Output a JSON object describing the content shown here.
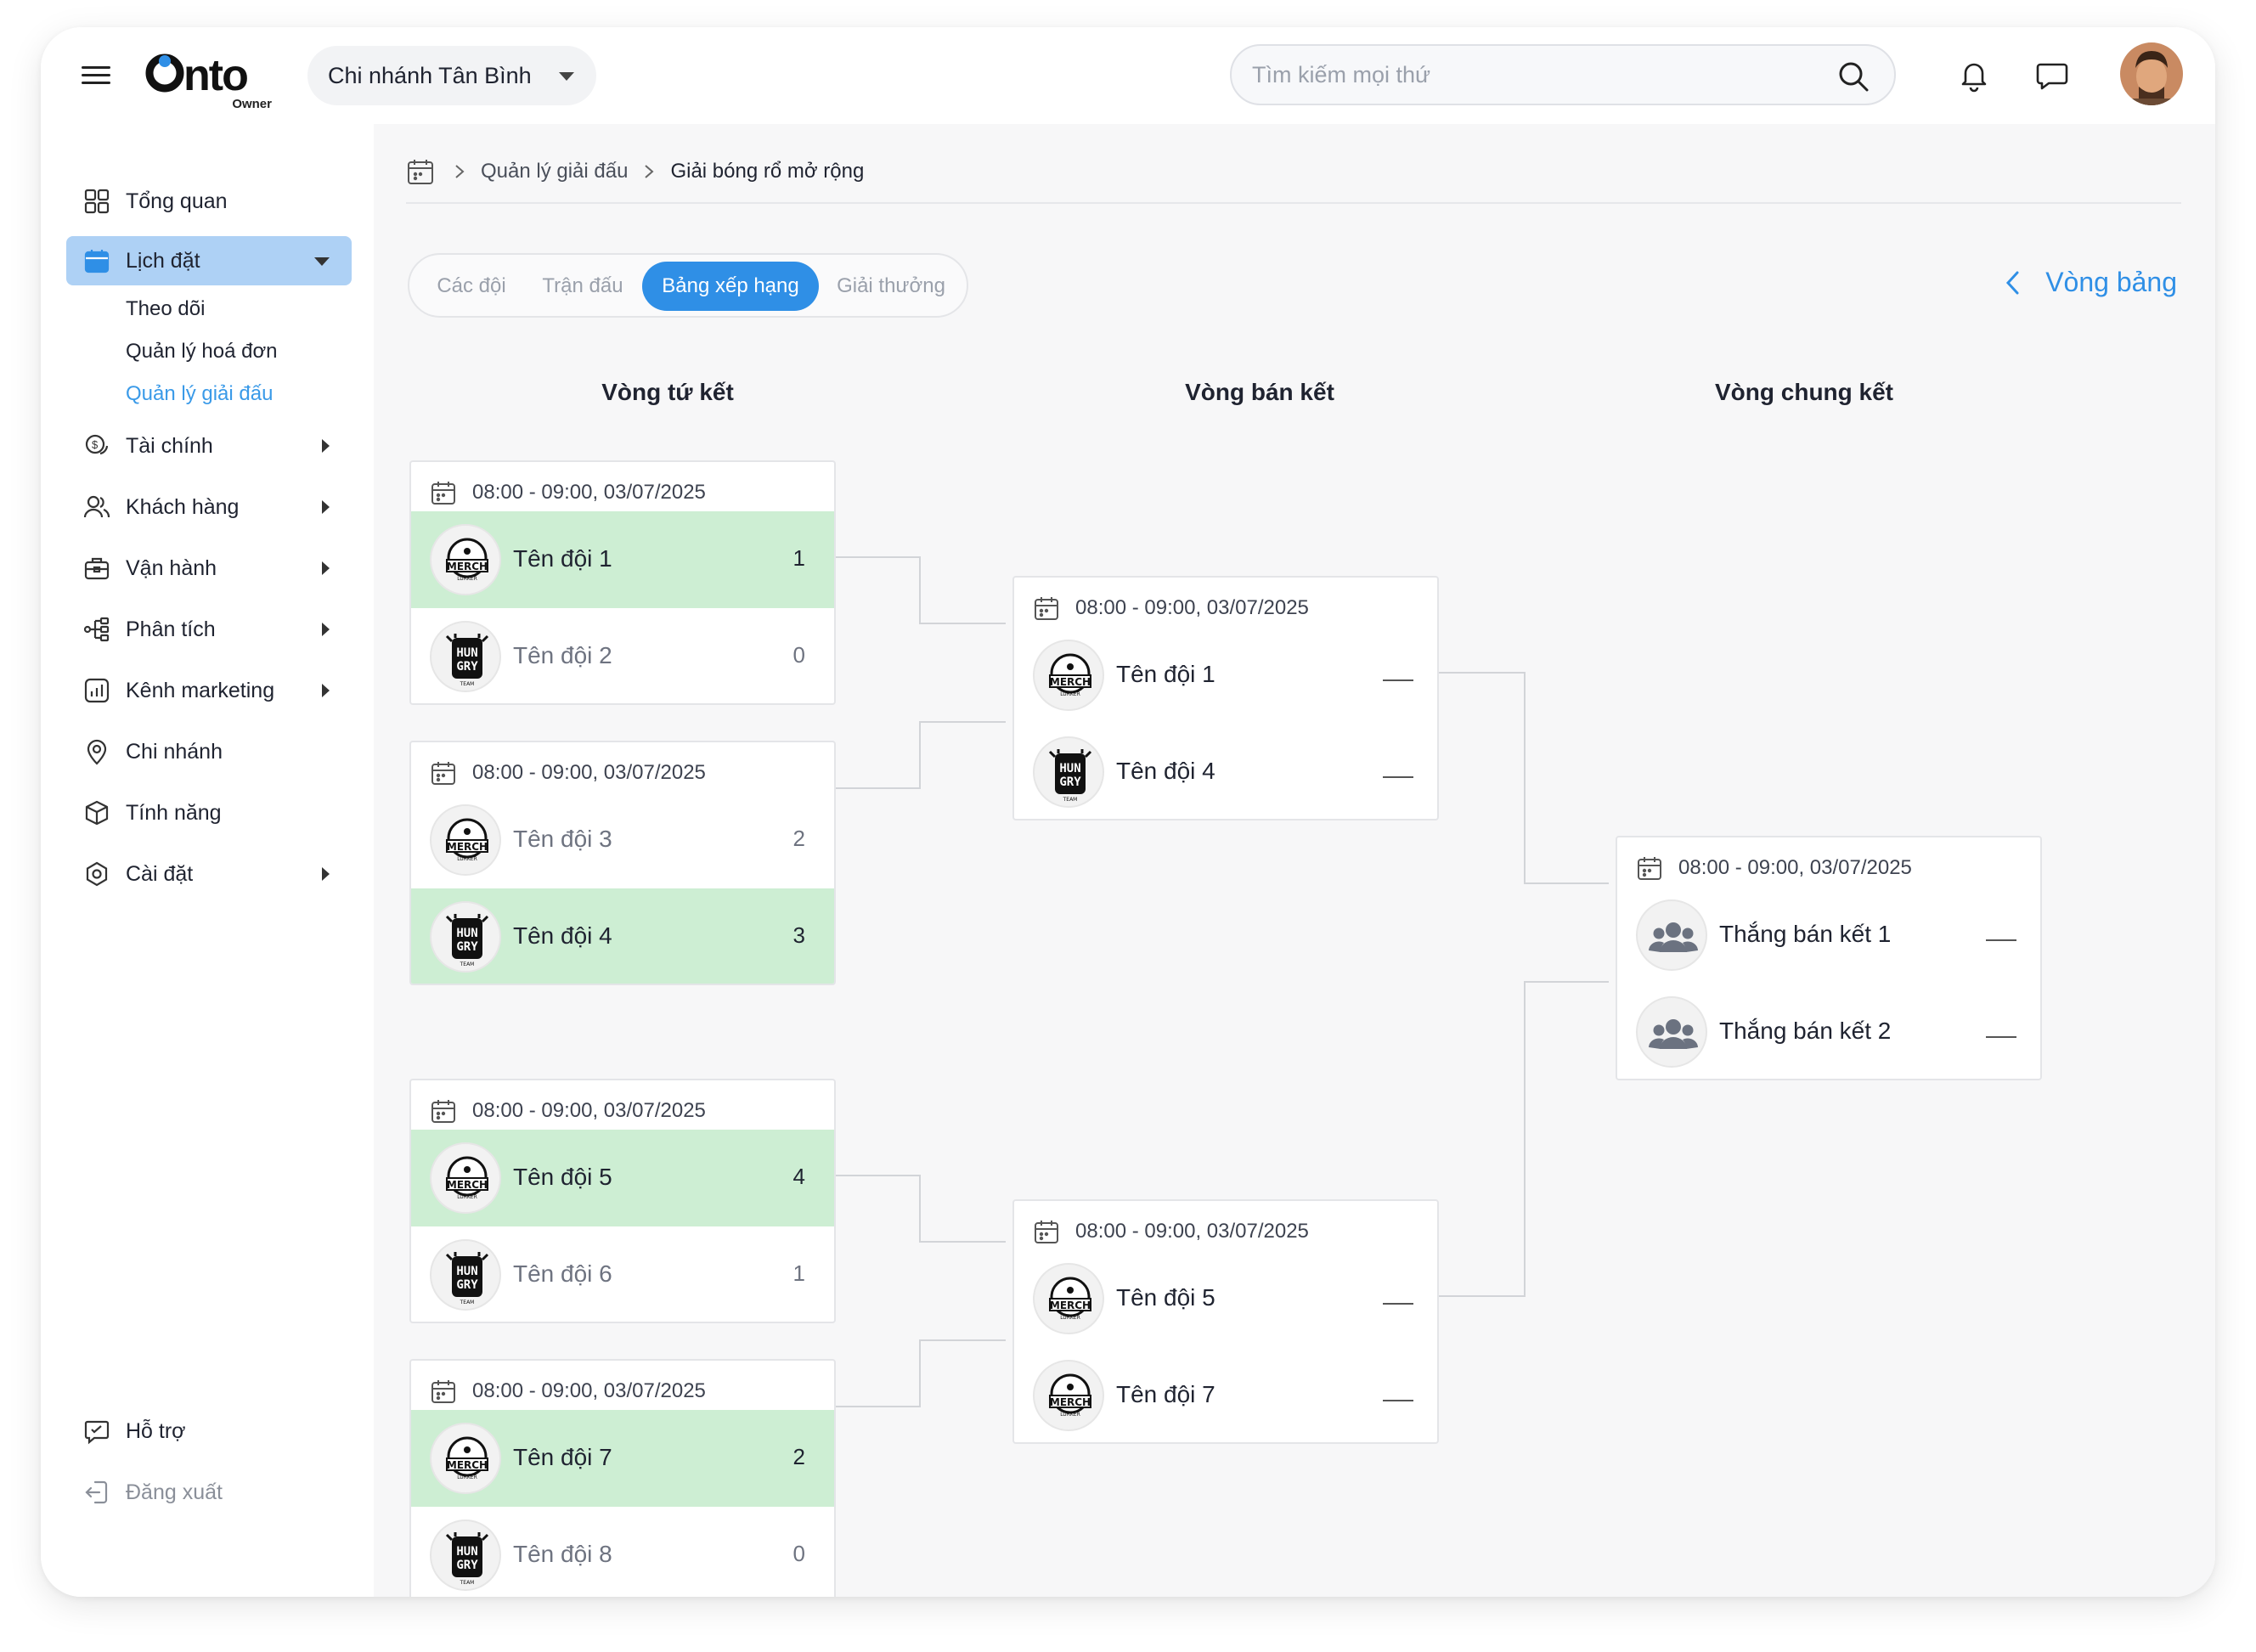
{
  "header": {
    "logo_text": "Onto",
    "logo_sub": "Owner",
    "branch": "Chi nhánh Tân Bình",
    "search_placeholder": "Tìm kiếm mọi thứ"
  },
  "sidebar": {
    "items": [
      {
        "label": "Tổng quan"
      },
      {
        "label": "Lịch đặt"
      },
      {
        "label": "Tài chính"
      },
      {
        "label": "Khách hàng"
      },
      {
        "label": "Vận hành"
      },
      {
        "label": "Phân tích"
      },
      {
        "label": "Kênh marketing"
      },
      {
        "label": "Chi nhánh"
      },
      {
        "label": "Tính năng"
      },
      {
        "label": "Cài đặt"
      }
    ],
    "sub_items": [
      "Theo dõi",
      "Quản lý hoá đơn",
      "Quản lý giải đấu"
    ],
    "support": "Hỗ trợ",
    "logout": "Đăng xuất"
  },
  "breadcrumb": [
    "Quản lý giải đấu",
    "Giải bóng rổ mở rộng"
  ],
  "tabs": [
    "Các đội",
    "Trận đấu",
    "Bảng xếp hạng",
    "Giải thưởng"
  ],
  "active_tab": "Bảng xếp hạng",
  "stage_link": "Vòng bảng",
  "rounds": [
    "Vòng tứ kết",
    "Vòng bán kết",
    "Vòng chung kết"
  ],
  "quarterfinals": [
    {
      "time": "08:00 - 09:00, 03/07/2025",
      "teams": [
        {
          "name": "Tên đội 1",
          "score": "1",
          "logo": "merch-logo"
        },
        {
          "name": "Tên đội 2",
          "score": "0",
          "logo": "hungry-logo"
        }
      ]
    },
    {
      "time": "08:00 - 09:00, 03/07/2025",
      "teams": [
        {
          "name": "Tên đội 3",
          "score": "2",
          "logo": "merch-logo"
        },
        {
          "name": "Tên đội 4",
          "score": "3",
          "logo": "hungry-logo"
        }
      ]
    },
    {
      "time": "08:00 - 09:00, 03/07/2025",
      "teams": [
        {
          "name": "Tên đội 5",
          "score": "4",
          "logo": "merch-logo"
        },
        {
          "name": "Tên đội 6",
          "score": "1",
          "logo": "hungry-logo"
        }
      ]
    },
    {
      "time": "08:00 - 09:00, 03/07/2025",
      "teams": [
        {
          "name": "Tên đội 7",
          "score": "2",
          "logo": "merch-logo"
        },
        {
          "name": "Tên đội 8",
          "score": "0",
          "logo": "hungry-logo"
        }
      ]
    }
  ],
  "semifinals": [
    {
      "time": "08:00 - 09:00, 03/07/2025",
      "teams": [
        {
          "name": "Tên đội 1",
          "logo": "merch-logo"
        },
        {
          "name": "Tên đội 4",
          "logo": "hungry-logo"
        }
      ]
    },
    {
      "time": "08:00 - 09:00, 03/07/2025",
      "teams": [
        {
          "name": "Tên đội 5",
          "logo": "merch-logo"
        },
        {
          "name": "Tên đội 7",
          "logo": "merch-logo"
        }
      ]
    }
  ],
  "final": {
    "time": "08:00 - 09:00, 03/07/2025",
    "teams": [
      {
        "name": "Thắng bán kết 1",
        "logo": "group-icon"
      },
      {
        "name": "Thắng bán kết 2",
        "logo": "group-icon"
      }
    ]
  },
  "colors": {
    "accent": "#2f8fe6",
    "active_nav": "#aed1f5",
    "winner_row": "#cdeed3"
  }
}
